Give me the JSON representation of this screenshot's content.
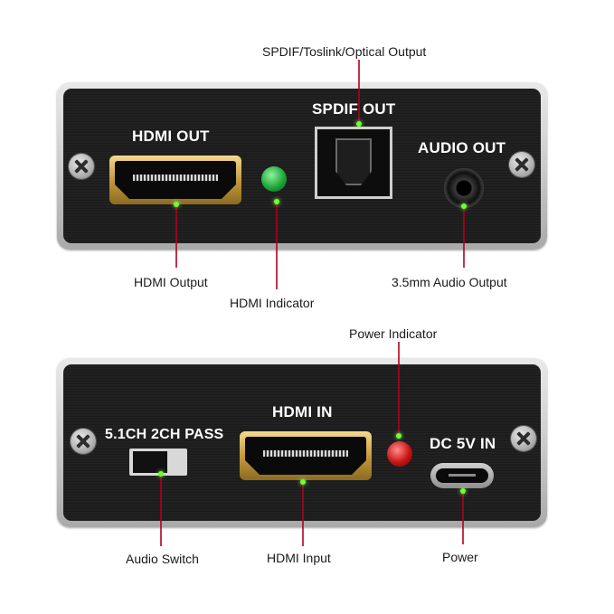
{
  "top_panel": {
    "plates": {
      "hdmi_out": "HDMI OUT",
      "spdif_out": "SPDIF OUT",
      "audio_out": "AUDIO OUT"
    },
    "callouts": {
      "optical_output": "SPDIF/Toslink/Optical Output",
      "hdmi_output": "HDMI Output",
      "hdmi_indicator": "HDMI Indicator",
      "audio_output": "3.5mm Audio  Output"
    },
    "led_color": "#1fa83a"
  },
  "bottom_panel": {
    "plates": {
      "switch_modes": "5.1CH 2CH PASS",
      "hdmi_in": "HDMI IN",
      "dc_in": "DC 5V IN"
    },
    "callouts": {
      "power_indicator": "Power Indicator",
      "audio_switch": "Audio Switch",
      "hdmi_input": "HDMI Input",
      "power": "Power"
    },
    "led_color": "#c81414"
  },
  "colors": {
    "leader_line": "#b0001e",
    "indicator_dot": "#6dff3a",
    "connector_gold": "#c59a3c"
  }
}
